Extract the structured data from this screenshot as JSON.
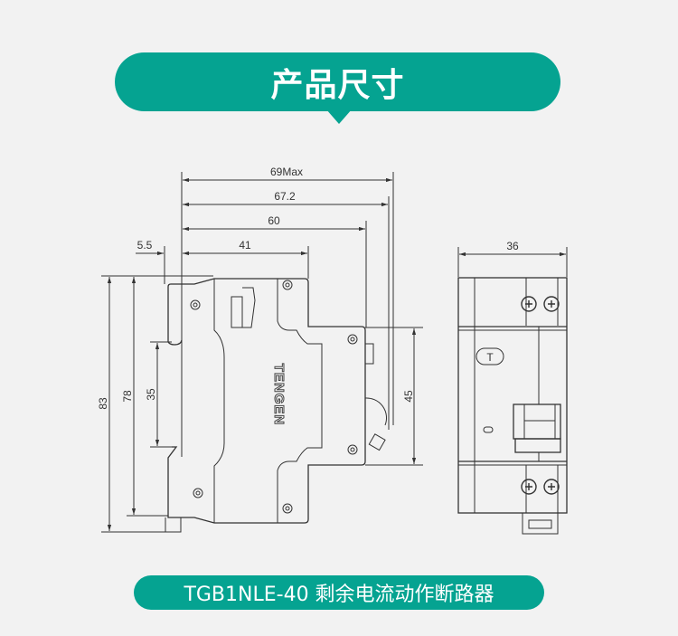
{
  "header": {
    "title": "产品尺寸"
  },
  "footer": {
    "model_label": "TGB1NLE-40 剩余电流动作断路器"
  },
  "diagram": {
    "side_view": {
      "dimensions": {
        "overall_max": "69Max",
        "width_67": "67.2",
        "width_60": "60",
        "width_41": "41",
        "offset": "5.5",
        "height_83": "83",
        "height_78": "78",
        "rail_35": "35",
        "front_45": "45"
      },
      "brand_logo": "TENGEN"
    },
    "front_view": {
      "dimensions": {
        "width": "36"
      },
      "test_button": "T"
    }
  },
  "colors": {
    "accent": "#05a391",
    "background": "#f2f2f2",
    "line": "#333333"
  }
}
